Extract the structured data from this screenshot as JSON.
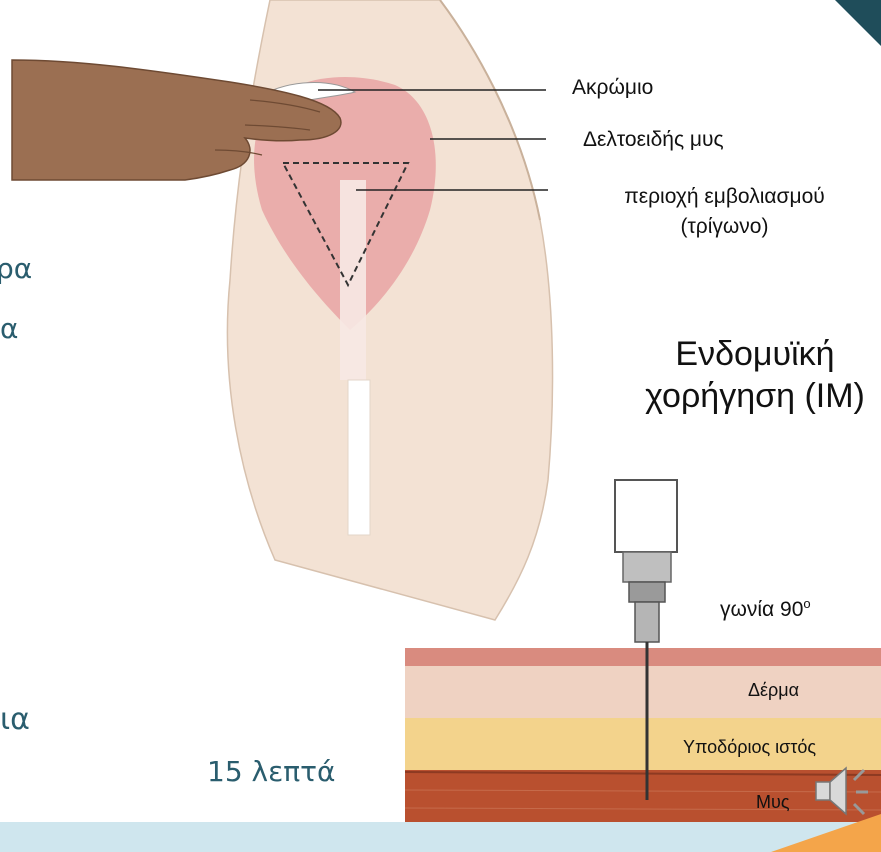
{
  "diagram": {
    "labels": {
      "acromion": "Ακρώμιο",
      "deltoid": "Δελτοειδής μυς",
      "site_line1": "περιοχή εμβολιασμού",
      "site_line2": "(τρίγωνο)"
    },
    "route_title_line1": "Ενδομυϊκή",
    "route_title_line2": "χορήγηση (IM)",
    "angle_label": "γωνία 90",
    "angle_degree": "ο",
    "layers": {
      "skin": "Δέρμα",
      "subcutaneous": "Υποδόριος ιστός",
      "muscle": "Μυς"
    }
  },
  "slide_text": {
    "frag1": "ρα",
    "frag2": "α",
    "frag3": "ια",
    "frag4": "15 λεπτά"
  },
  "colors": {
    "teal_text": "#2a5d6e",
    "muscle": "#d98f8f",
    "bar": "#cfe6ee",
    "corner": "#1f4d5a",
    "accent": "#f4a54a"
  },
  "icons": {
    "speaker": "speaker-icon"
  }
}
